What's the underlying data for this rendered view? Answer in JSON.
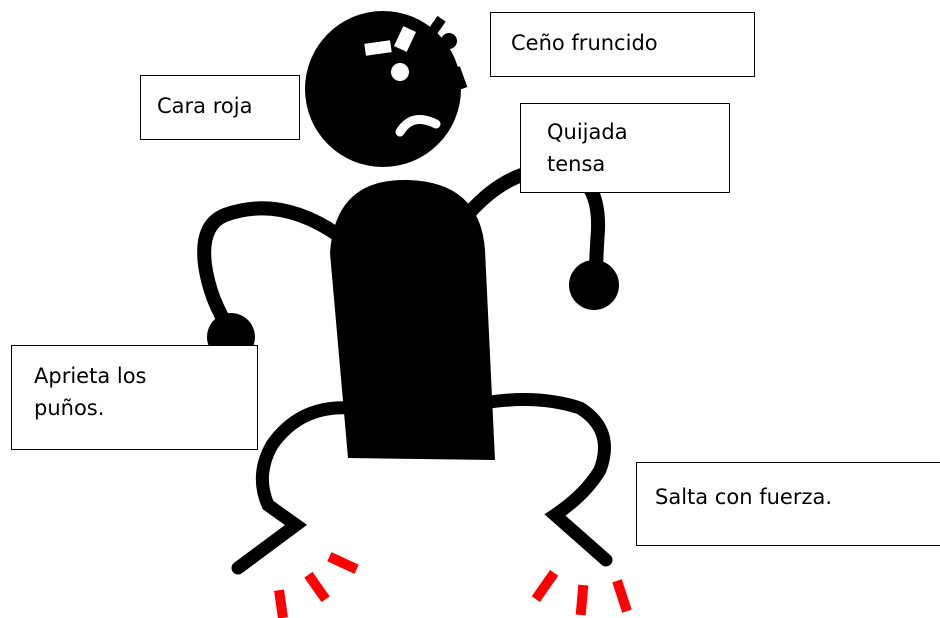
{
  "labels": {
    "frown": "Ceño fruncido",
    "red_face": "Cara roja",
    "jaw": "Quijada tensa",
    "fists": "Aprieta los puños.",
    "jump": "Salta con fuerza."
  },
  "colors": {
    "figure": "#000000",
    "impact_marks": "#ff0000",
    "box_border": "#000000",
    "background": "#ffffff"
  }
}
